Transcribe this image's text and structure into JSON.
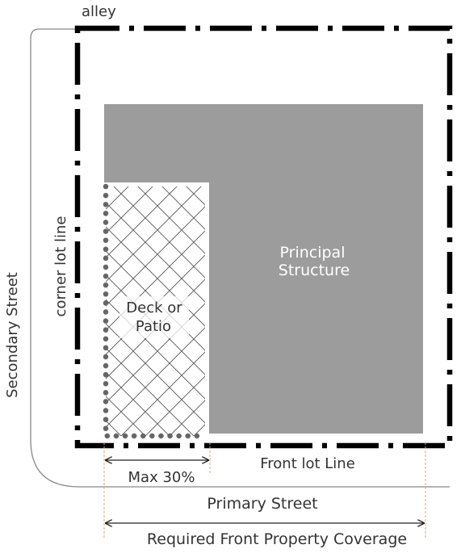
{
  "labels": {
    "alley": "alley",
    "corner_lot_line": "corner lot line",
    "secondary_street": "Secondary Street",
    "principal_structure_line1": "Principal",
    "principal_structure_line2": "Structure",
    "deck_line1": "Deck or",
    "deck_line2": "Patio",
    "front_lot_line": "Front lot Line",
    "max_coverage": "Max 30%",
    "primary_street": "Primary Street",
    "required_coverage": "Required Front Property Coverage"
  },
  "colors": {
    "structure": "#9b9c9b",
    "lot_line": "#000000",
    "deck_border": "#666666",
    "hatch": "#555555",
    "street_line": "#888888",
    "dim_guide": "#e0a070",
    "text": "#333333"
  }
}
